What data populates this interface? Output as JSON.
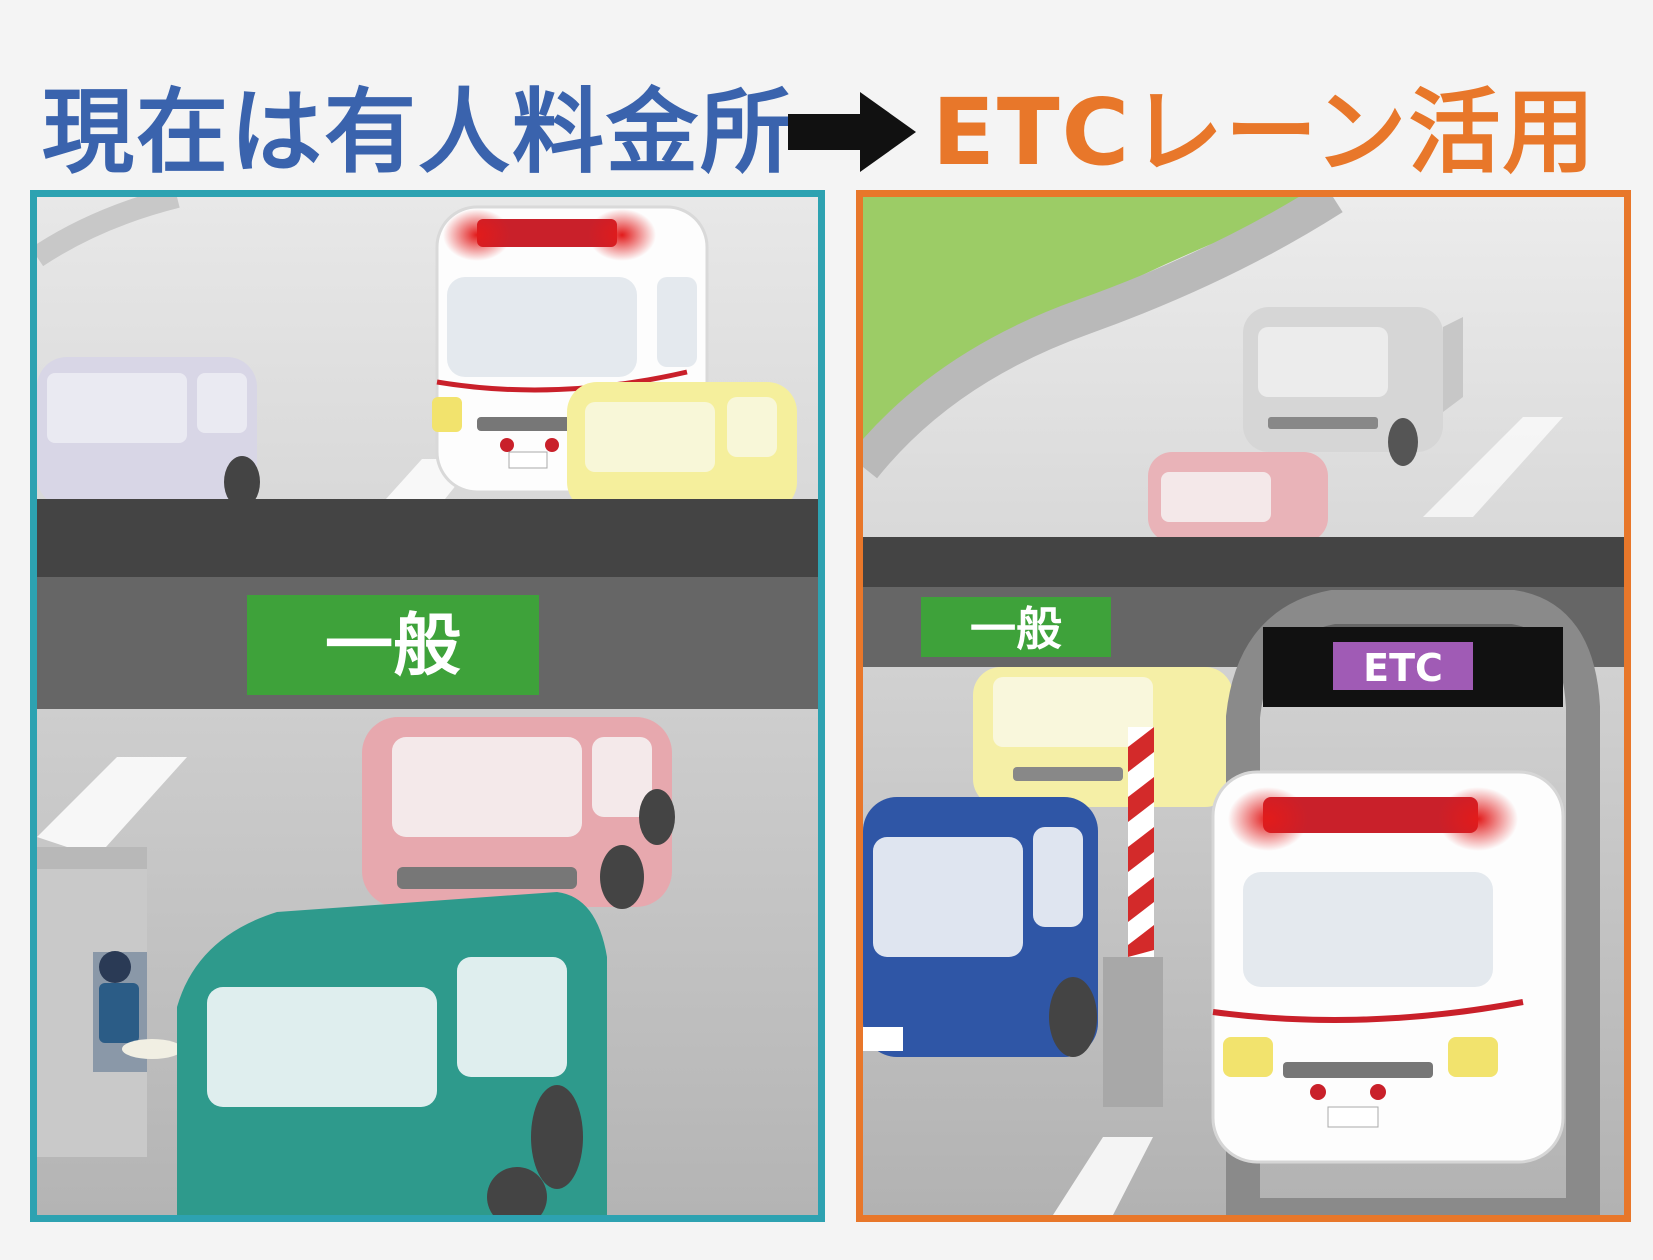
{
  "headline": {
    "current": "現在は有人料金所",
    "future": "ETCレーン活用"
  },
  "left_panel": {
    "lane_sign": "一般"
  },
  "right_panel": {
    "lane_sign": "一般",
    "etc_sign": "ETC"
  },
  "colors": {
    "current_accent": "#3a63ad",
    "future_accent": "#e8772a",
    "left_frame": "#2da2b1",
    "right_frame": "#e8772a",
    "general_sign": "#3ea23a",
    "etc_sign": "#a05bb5"
  },
  "icons": [
    "arrow-right-icon",
    "ambulance-icon",
    "car-icon",
    "toll-booth-icon",
    "etc-gate-icon"
  ]
}
